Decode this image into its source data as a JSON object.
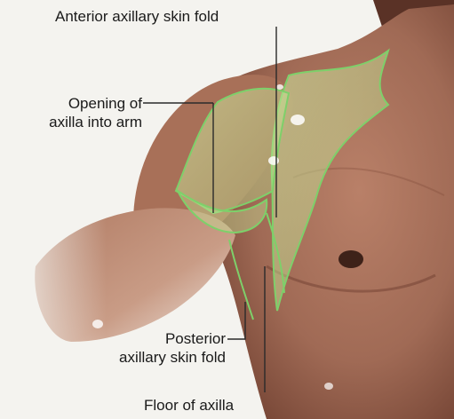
{
  "labels": {
    "anterior_fold": "Anterior axillary skin fold",
    "opening": {
      "line1": "Opening of",
      "line2": "axilla into arm"
    },
    "posterior_fold": {
      "line1": "Posterior",
      "line2": "axillary skin fold"
    },
    "floor": "Floor of axilla"
  },
  "colors": {
    "background": "#f4f3ef",
    "skin_light": "#c49078",
    "skin_mid": "#a46a55",
    "skin_dark": "#6f3f30",
    "axilla_highlight": "#c8e89a",
    "axilla_outline": "#7ed06a",
    "leader_line": "#2a2a2a"
  }
}
